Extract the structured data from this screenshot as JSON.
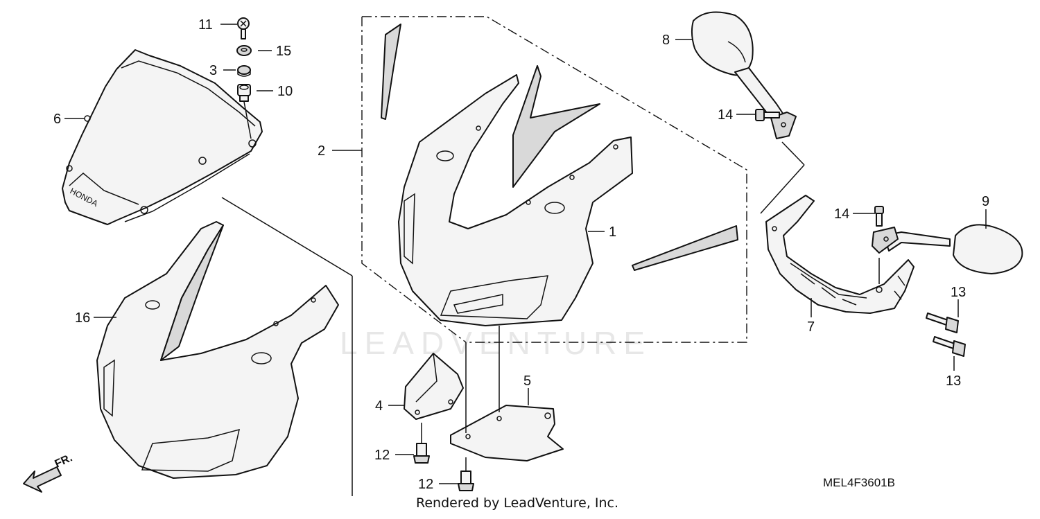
{
  "watermark": "LEADVENTURE",
  "diagram_code": "MEL4F3601B",
  "credit": "Rendered by LeadVenture, Inc.",
  "windscreen_brand": "HONDA",
  "front_arrow_label": "FR.",
  "callouts": {
    "c1": "1",
    "c2": "2",
    "c3": "3",
    "c4": "4",
    "c5": "5",
    "c6": "6",
    "c7": "7",
    "c8": "8",
    "c9": "9",
    "c10": "10",
    "c11": "11",
    "c12a": "12",
    "c12b": "12",
    "c13a": "13",
    "c13b": "13",
    "c14a": "14",
    "c14b": "14",
    "c15": "15",
    "c16": "16"
  }
}
